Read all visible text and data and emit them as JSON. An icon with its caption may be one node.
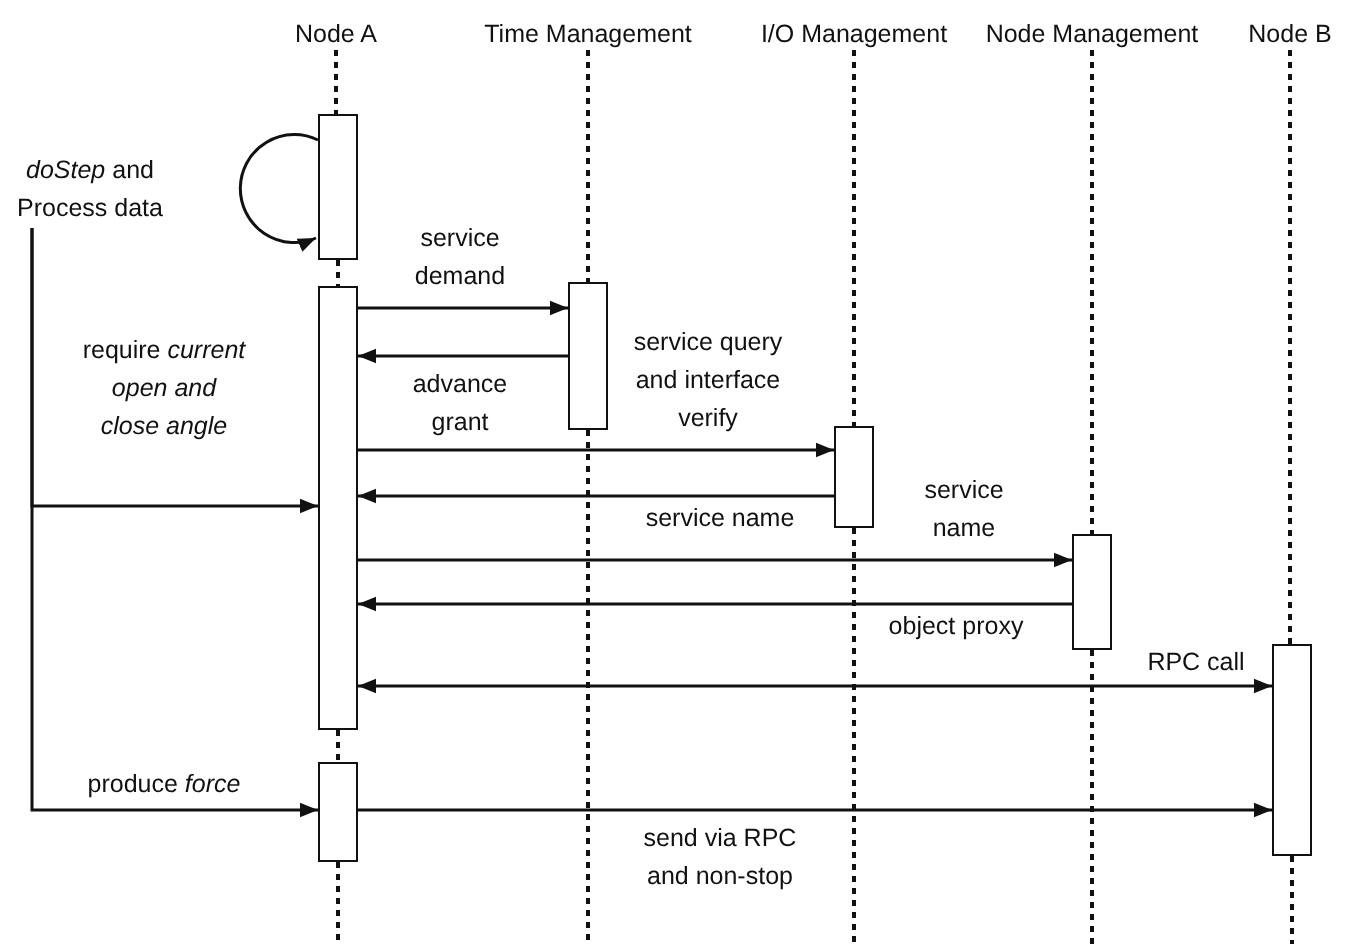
{
  "diagram": {
    "nodes": [
      {
        "text": [
          "Node A"
        ]
      },
      {
        "text": [
          "Time Management"
        ]
      },
      {
        "text": [
          "I/O Management"
        ]
      },
      {
        "text": [
          "Node Management"
        ]
      },
      {
        "text": [
          "Node B"
        ]
      },
      {
        "text": [
          "*doStep* and Process data"
        ]
      },
      {
        "text": [],
        "shape": "bar"
      },
      {
        "text": [],
        "shape": "bar"
      },
      {
        "text": [],
        "shape": "bar"
      },
      {
        "text": [],
        "shape": "bar"
      },
      {
        "text": [],
        "shape": "bar"
      },
      {
        "text": [],
        "shape": "bar"
      },
      {
        "text": [],
        "shape": "bar"
      }
    ],
    "edges": [
      {
        "from": 6,
        "to": 6,
        "arrow": "to"
      },
      {
        "from": 5,
        "to": 7,
        "arrow": "to",
        "label": "require *current open and close angle*"
      },
      {
        "from": 5,
        "to": 12,
        "arrow": "to",
        "label": "produce *force*"
      },
      {
        "from": 7,
        "to": 8,
        "arrow": "to",
        "label": "service demand"
      },
      {
        "from": 8,
        "to": 7,
        "arrow": "to",
        "label": "advance grant"
      },
      {
        "from": 7,
        "to": 9,
        "arrow": "to",
        "label": "service query and interface verify"
      },
      {
        "from": 9,
        "to": 7,
        "arrow": "to",
        "label": "service name"
      },
      {
        "from": 7,
        "to": 10,
        "arrow": "to",
        "label": "service name"
      },
      {
        "from": 10,
        "to": 7,
        "arrow": "to",
        "label": "object proxy"
      },
      {
        "from": 7,
        "to": 11,
        "arrow": "both",
        "label": "RPC call"
      },
      {
        "from": 12,
        "to": 11,
        "arrow": "to",
        "label": "send via RPC and non-stop"
      },
      {
        "from": 0,
        "to": 6,
        "arrow": "none",
        "style": "dashed"
      },
      {
        "from": 6,
        "to": 7,
        "arrow": "none",
        "style": "dashed"
      },
      {
        "from": 7,
        "to": 12,
        "arrow": "none",
        "style": "dashed"
      },
      {
        "from": 12,
        "to": null,
        "arrow": "none",
        "style": "dashed"
      },
      {
        "from": 1,
        "to": 8,
        "arrow": "none",
        "style": "dashed"
      },
      {
        "from": 8,
        "to": null,
        "arrow": "none",
        "style": "dashed"
      },
      {
        "from": 2,
        "to": 9,
        "arrow": "none",
        "style": "dashed"
      },
      {
        "from": 9,
        "to": null,
        "arrow": "none",
        "style": "dashed"
      },
      {
        "from": 3,
        "to": 10,
        "arrow": "none",
        "style": "dashed"
      },
      {
        "from": 10,
        "to": null,
        "arrow": "none",
        "style": "dashed"
      },
      {
        "from": 4,
        "to": 11,
        "arrow": "none",
        "style": "dashed"
      },
      {
        "from": 11,
        "to": null,
        "arrow": "none",
        "style": "dashed"
      }
    ]
  }
}
